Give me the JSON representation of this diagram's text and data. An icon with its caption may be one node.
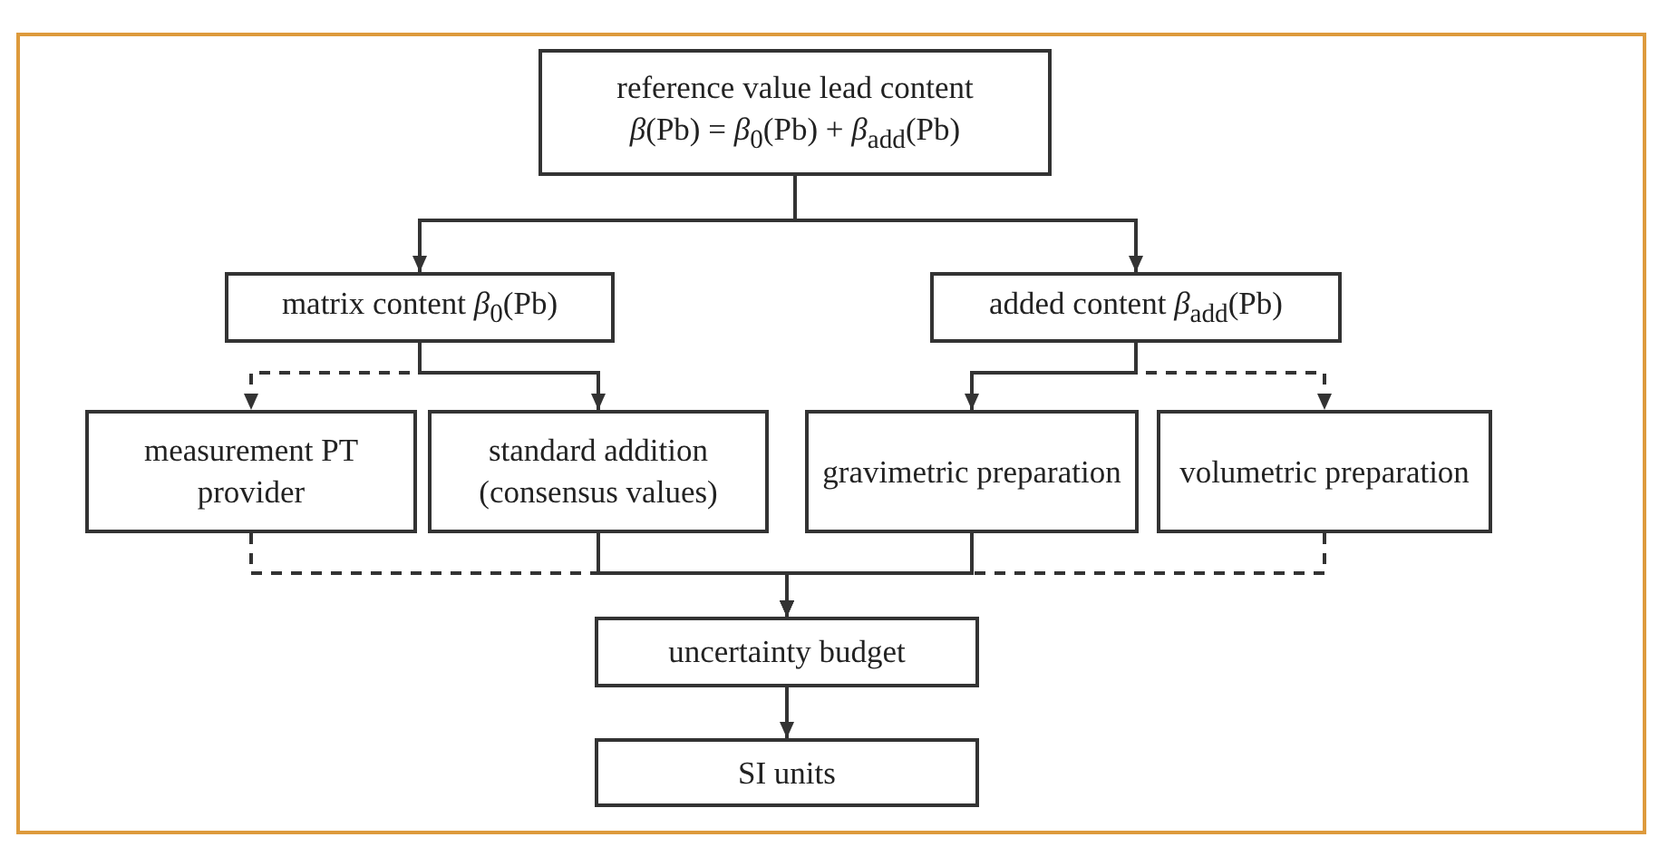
{
  "diagram": {
    "nodes": [
      {
        "text": [
          "reference value lead content",
          "*β*(Pb) = *β*$_{0}$(Pb) + *β*$_{add}$(Pb)"
        ]
      },
      {
        "text": [
          "matrix content *β*$_{0}$(Pb)"
        ]
      },
      {
        "text": [
          "added content *β*$_{add}$(Pb)"
        ]
      },
      {
        "text": [
          "measurement PT provider"
        ]
      },
      {
        "text": [
          "standard addition (consensus values)"
        ]
      },
      {
        "text": [
          "gravimetric preparation"
        ]
      },
      {
        "text": [
          "volumetric preparation"
        ]
      },
      {
        "text": [
          "uncertainty budget"
        ]
      },
      {
        "text": [
          "SI units"
        ]
      }
    ],
    "edges": [
      {
        "from": 0,
        "to": 1,
        "arrow": "to"
      },
      {
        "from": 0,
        "to": 2,
        "arrow": "to"
      },
      {
        "from": 1,
        "to": 3,
        "arrow": "to",
        "style": "dashed"
      },
      {
        "from": 1,
        "to": 4,
        "arrow": "to"
      },
      {
        "from": 2,
        "to": 5,
        "arrow": "to"
      },
      {
        "from": 2,
        "to": 6,
        "arrow": "to",
        "style": "dashed"
      },
      {
        "from": 3,
        "to": 7,
        "arrow": "to",
        "style": "dashed"
      },
      {
        "from": 4,
        "to": 7,
        "arrow": "to"
      },
      {
        "from": 5,
        "to": 7,
        "arrow": "to"
      },
      {
        "from": 6,
        "to": 7,
        "arrow": "to",
        "style": "dashed"
      },
      {
        "from": 7,
        "to": 8,
        "arrow": "to"
      }
    ]
  }
}
